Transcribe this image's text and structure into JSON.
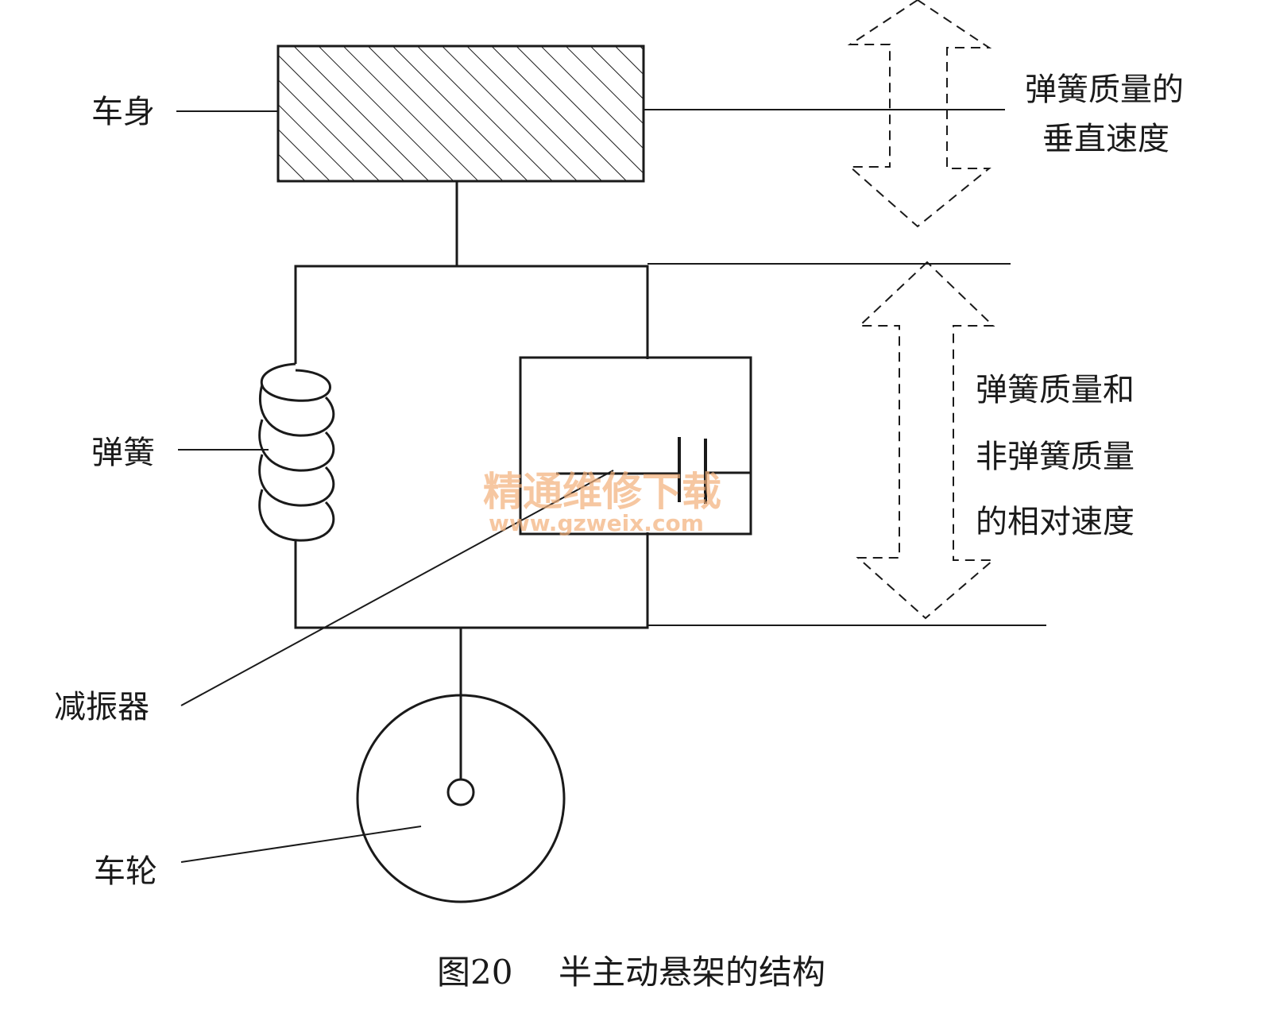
{
  "labels": {
    "body": "车身",
    "spring": "弹簧",
    "damper": "减振器",
    "wheel": "车轮"
  },
  "notes": {
    "sprung_velocity": [
      "弹簧质量的",
      "垂直速度"
    ],
    "relative_velocity": [
      "弹簧质量和",
      "非弹簧质量",
      "的相对速度"
    ]
  },
  "caption": {
    "number": "图20",
    "title": "半主动悬架的结构"
  },
  "watermark": {
    "name": "精通维修下载",
    "url": "www.gzweix.com"
  },
  "colors": {
    "line": "#1a1a1a",
    "watermark": "#f3b07a",
    "background": "#ffffff"
  }
}
